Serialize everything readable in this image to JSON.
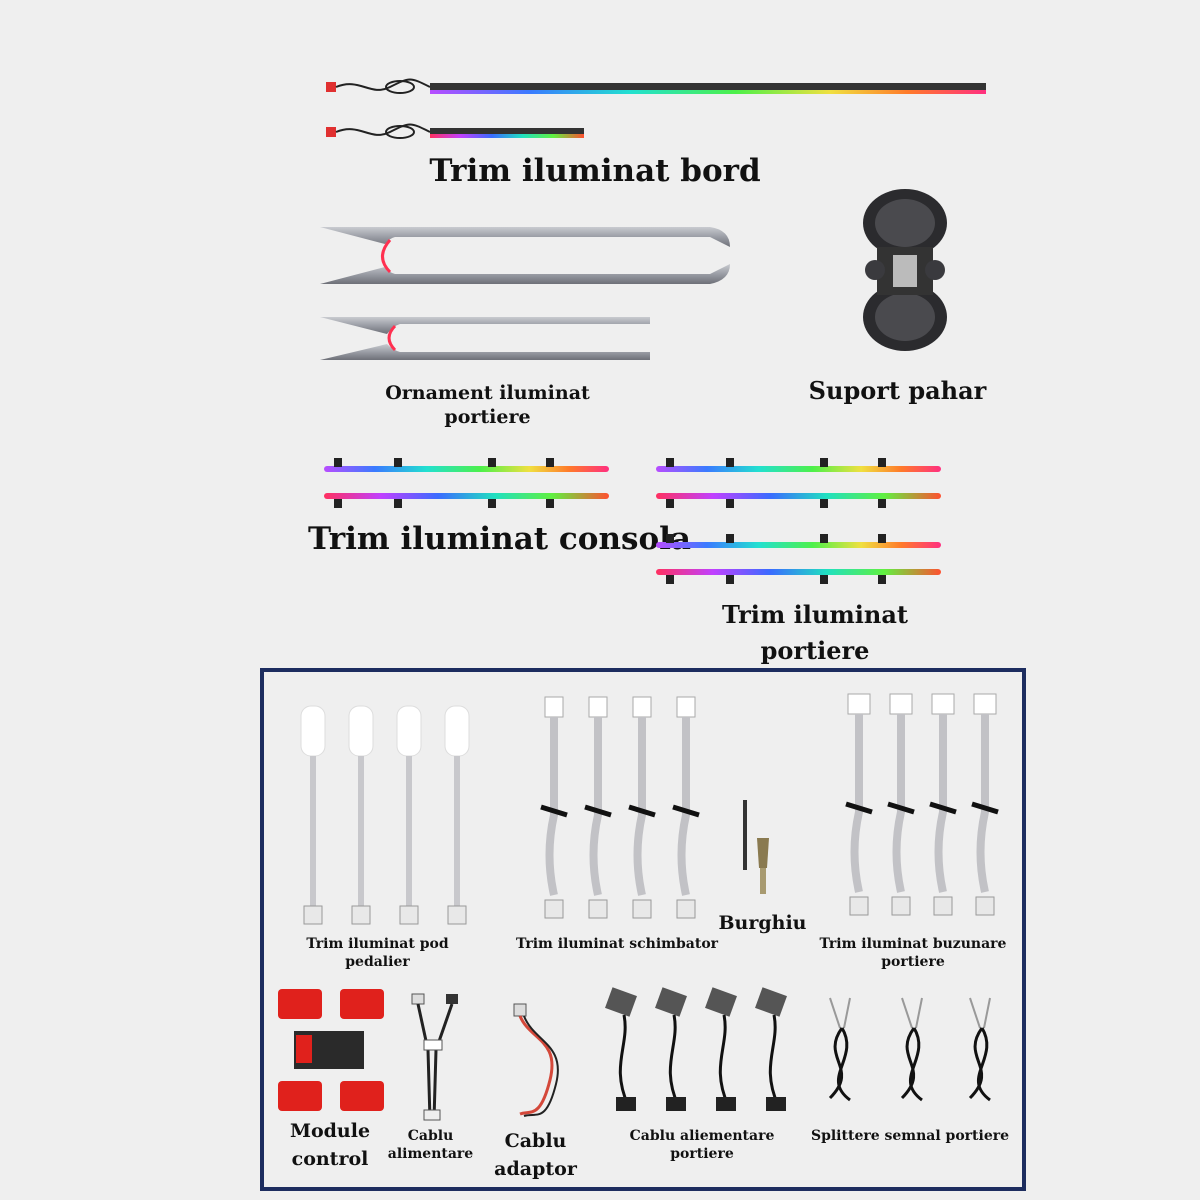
{
  "labels": {
    "trim_bord": "Trim iluminat bord",
    "ornament_portiere": "Ornament iluminat portiere",
    "suport_pahar": "Suport pahar",
    "trim_consola": "Trim iluminat consola",
    "trim_portiere": "Trim iluminat portiere",
    "trim_pod_pedalier": "Trim iluminat pod pedalier",
    "trim_schimbator": "Trim iluminat schimbator",
    "burghiu": "Burghiu",
    "trim_buzunare": "Trim iluminat buzunare portiere",
    "module_control": "Module control",
    "cablu_alimentare": "Cablu alimentare",
    "cablu_adaptor": "Cablu adaptor",
    "cablu_alimentare_portiere": "Cablu aliementare portiere",
    "splittere": "Splittere semnal portiere"
  },
  "colors": {
    "frame_border": "#1d2d5f",
    "background": "#efefef",
    "module_red": "#e0211c"
  },
  "icons": {
    "light_bar": "rgb-light-bar",
    "door_trim": "door-trim-strip",
    "cup_holder": "cup-holder",
    "console_strip": "console-light-strip",
    "led_cable": "led-cable",
    "drill_bit": "drill-bit",
    "control_module": "control-module",
    "wire_harness": "wire-harness"
  }
}
